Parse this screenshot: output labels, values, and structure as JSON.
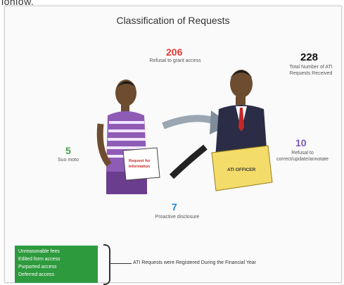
{
  "header_fragment": "ionlow.",
  "title": "Classification of Requests",
  "stats": {
    "refusal": {
      "value": "206",
      "label": "Refusal to grant access"
    },
    "total": {
      "value": "228",
      "label": "Total Number of ATI Requests Received"
    },
    "suo_moto": {
      "value": "5",
      "label": "Suo moto"
    },
    "correct": {
      "value": "10",
      "label": "Refusal to correct/update/annotate"
    },
    "proactive": {
      "value": "7",
      "label": "Proactive disclosure"
    }
  },
  "figures": {
    "requester_sign": "Request for Information",
    "officer_sign": "ATI OFFICER"
  },
  "green_box": [
    "Unreasonable fees",
    "Edited form access",
    "Purported access",
    "Deferred access"
  ],
  "note": "ATI Requests were Registered During the Financial Year",
  "colors": {
    "refusal": "#e53935",
    "suo_moto": "#43a047",
    "correct": "#7e57c2",
    "proactive": "#1e88e5",
    "box": "#2e9a3e"
  }
}
